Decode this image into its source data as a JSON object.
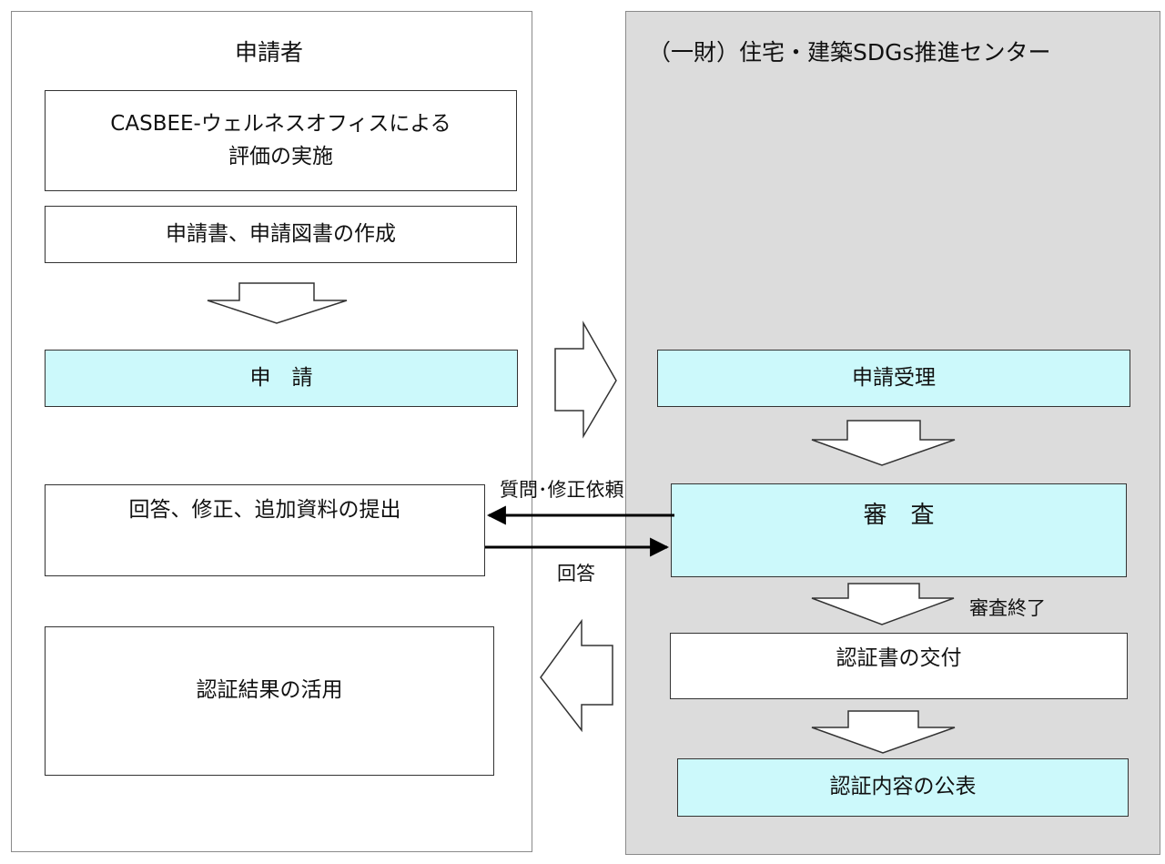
{
  "applicant_lane": {
    "title": "申請者",
    "eval_box_line1": "CASBEE-ウェルネスオフィスによる",
    "eval_box_line2": "評価の実施",
    "prepare_box": "申請書、申請図書の作成",
    "apply_box": "申　請",
    "respond_box": "回答、修正、追加資料の提出",
    "use_results_box": "認証結果の活用"
  },
  "center_lane": {
    "title": "（一財）住宅・建築SDGs推進センター",
    "receipt_box": "申請受理",
    "review_box": "審　査",
    "certificate_box": "認証書の交付",
    "publish_box": "認証内容の公表"
  },
  "arrow_labels": {
    "question_request": "質問･修正依頼",
    "answer": "回答",
    "review_complete": "審査終了"
  },
  "colors": {
    "highlight_box": "#ccf9fb",
    "center_lane_bg": "#dcdcdc",
    "plain_box": "#ffffff"
  }
}
